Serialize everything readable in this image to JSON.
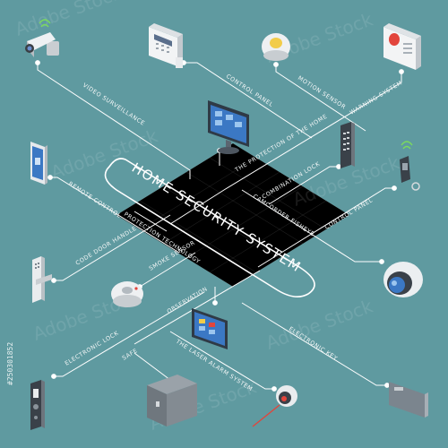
{
  "diagram": {
    "title": "HOME SECURITY SYSTEM",
    "labels": {
      "video_surveillance": "VIDEO SURVEILLANCE",
      "control_panel_top": "CONTROL PANEL",
      "motion_sensor": "MOTION SENSOR",
      "warning_system": "WARNING SYSTEM",
      "protection_of_home": "THE PROTECTION OF THE HOME",
      "combination_lock": "COMBINATION LOCK",
      "camcorder_fisheye": "CAMCORDER FISHEYE",
      "control_panel_right": "CONTROL PANEL",
      "remote_control": "REMOTE CONTROL",
      "protection_technology": "PROTECTION TECHNOLOGY",
      "code_door_handle": "CODE DOOR HANDLE",
      "smoke_sensor": "SMOKE SENSOR",
      "observation": "OBSERVATION",
      "electronic_lock": "ELECTRONIC LOCK",
      "safe": "SAFE",
      "laser_alarm": "THE LASER ALARM SYSTEM",
      "electronic_key": "ELECTRONIC KEY"
    }
  },
  "watermark": {
    "text": "Adobe Stock",
    "stock_id": "#250301852"
  },
  "colors": {
    "background": "#5f9aa0",
    "line": "#ffffff",
    "screen_blue": "#3b78c4",
    "alarm_red": "#e2453c",
    "device_gray": "#d9dde0"
  }
}
